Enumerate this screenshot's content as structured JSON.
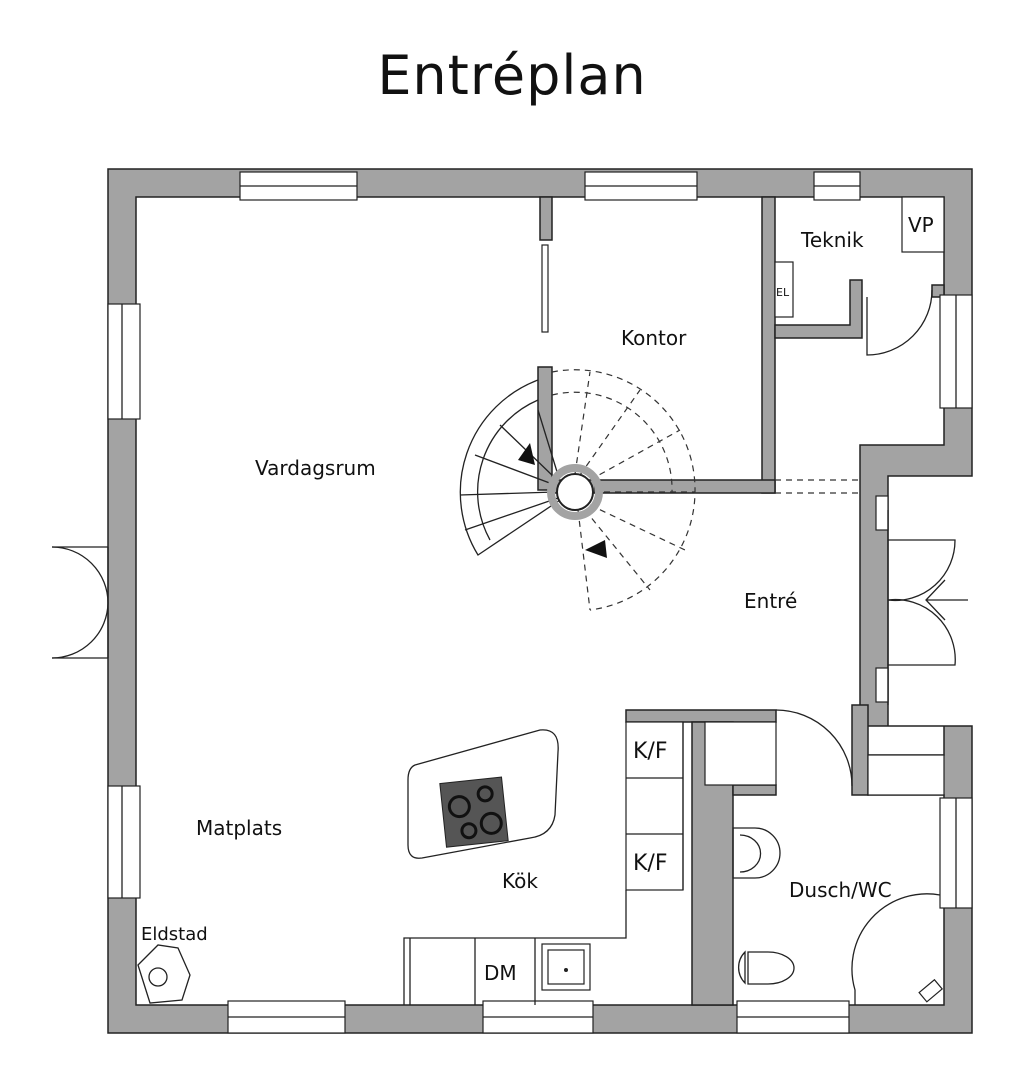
{
  "title": "Entréplan",
  "rooms": {
    "vardagsrum": "Vardagsrum",
    "kontor": "Kontor",
    "teknik": "Teknik",
    "entre": "Entré",
    "matplats": "Matplats",
    "kok": "Kök",
    "dusch_wc": "Dusch/WC",
    "eldstad": "Eldstad"
  },
  "fixtures": {
    "vp": "VP",
    "el": "EL",
    "kf1": "K/F",
    "kf2": "K/F",
    "dm": "DM"
  },
  "colors": {
    "wall": "#a3a3a3",
    "line": "#222222"
  }
}
